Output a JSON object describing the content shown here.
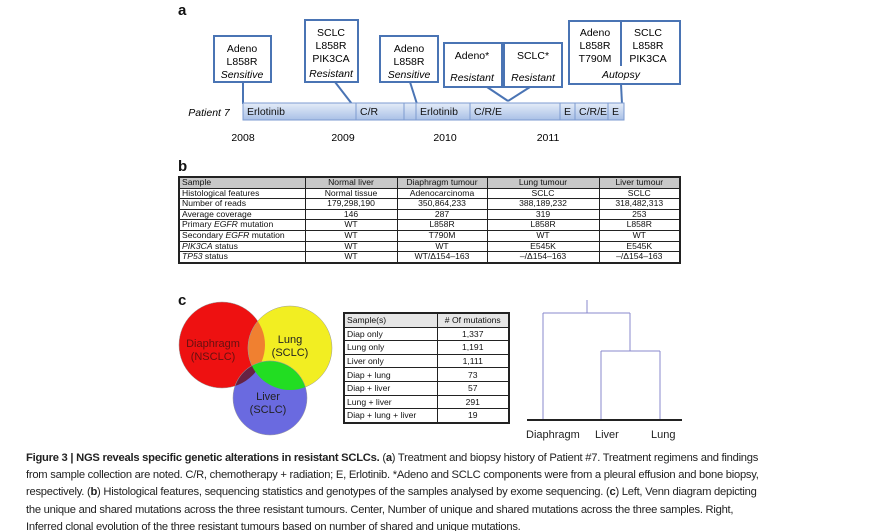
{
  "panel_labels": {
    "a": "a",
    "b": "b",
    "c": "c"
  },
  "timeline": {
    "patient": "Patient 7",
    "years": [
      "2008",
      "2009",
      "2010",
      "2011"
    ],
    "segments": [
      "Erlotinib",
      "C/R",
      "",
      "Erlotinib",
      "C/R/E",
      "E",
      "C/R/E",
      "E"
    ],
    "boxes": [
      {
        "lines": [
          "Adeno",
          "L858R"
        ],
        "status": "Sensitive"
      },
      {
        "lines": [
          "SCLC",
          "L858R",
          "PIK3CA"
        ],
        "status": "Resistant"
      },
      {
        "lines": [
          "Adeno",
          "L858R"
        ],
        "status": "Sensitive"
      },
      {
        "lines": [
          "Adeno*"
        ],
        "status": "Resistant"
      },
      {
        "lines": [
          "SCLC*"
        ],
        "status": "Resistant"
      },
      {
        "left": [
          "Adeno",
          "L858R",
          "T790M"
        ],
        "right": [
          "SCLC",
          "L858R",
          "PIK3CA"
        ],
        "status": "Autopsy"
      }
    ]
  },
  "table_b": {
    "header": [
      "Sample",
      "Normal liver",
      "Diaphragm tumour",
      "Lung tumour",
      "Liver tumour"
    ],
    "rows": [
      [
        "Histological features",
        "Normal tissue",
        "Adenocarcinoma",
        "SCLC",
        "SCLC"
      ],
      [
        "Number of reads",
        "179,298,190",
        "350,864,233",
        "388,189,232",
        "318,482,313"
      ],
      [
        "Average coverage",
        "146",
        "287",
        "319",
        "253"
      ],
      [
        "Primary EGFR mutation",
        "WT",
        "L858R",
        "L858R",
        "L858R"
      ],
      [
        "Secondary EGFR mutation",
        "WT",
        "T790M",
        "WT",
        "WT"
      ],
      [
        "PIK3CA status",
        "WT",
        "WT",
        "E545K",
        "E545K"
      ],
      [
        "TP53 status",
        "WT",
        "WT/Δ154–163",
        "–/Δ154–163",
        "–/Δ154–163"
      ]
    ]
  },
  "venn": {
    "diaphragm": [
      "Diaphragm",
      "(NSCLC)"
    ],
    "lung": [
      "Lung",
      "(SCLC)"
    ],
    "liver": [
      "Liver",
      "(SCLC)"
    ],
    "colors": {
      "diaphragm": "#ee1111",
      "lung": "#f2ee22",
      "liver": "#6a6ae0",
      "overlap_lung_liver": "#22dd22",
      "overlap_diap_lung": "#f08030",
      "overlap_diap_liver": "#662244"
    }
  },
  "table_c": {
    "header": [
      "Sample(s)",
      "# Of mutations"
    ],
    "rows": [
      [
        "Diap only",
        "1,337"
      ],
      [
        "Lung only",
        "1,191"
      ],
      [
        "Liver only",
        "1,111"
      ],
      [
        "Diap + lung",
        "73"
      ],
      [
        "Diap + liver",
        "57"
      ],
      [
        "Lung + liver",
        "291"
      ],
      [
        "Diap + lung + liver",
        "19"
      ]
    ]
  },
  "dendrogram": {
    "leaves": [
      "Diaphragm",
      "Liver",
      "Lung"
    ],
    "color": "#8888cc"
  },
  "caption": {
    "title": "Figure 3 | NGS reveals specific genetic alterations in resistant SCLCs.",
    "lines": [
      " (a) Treatment and biopsy history of Patient #7. Treatment regimens and findings",
      "from sample collection are noted. C/R, chemotherapy + radiation; E, Erlotinib. *Adeno and SCLC components were from a pleural effusion and bone biopsy,",
      "respectively. (b) Histological features, sequencing statistics and genotypes of the samples analysed by exome sequencing. (c) Left, Venn diagram depicting",
      "the unique and shared mutations across the three resistant tumours. Center, Number of unique and shared mutations across the three samples. Right,",
      "Inferred clonal evolution of the three resistant tumours based on number of shared and unique mutations."
    ]
  }
}
